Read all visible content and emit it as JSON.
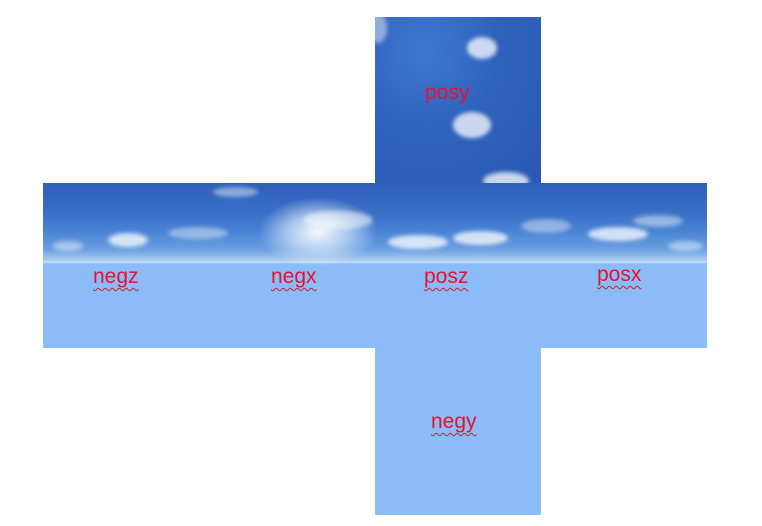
{
  "faces": {
    "posy": {
      "label": "posy"
    },
    "negz": {
      "label": "negz"
    },
    "negx": {
      "label": "negx"
    },
    "posz": {
      "label": "posz"
    },
    "posx": {
      "label": "posx"
    },
    "negy": {
      "label": "negy"
    }
  },
  "colors": {
    "sky_dark": "#2f5fb8",
    "ground_light_blue": "#8bbcf7",
    "label_red": "#e8112d",
    "background": "#ffffff"
  }
}
